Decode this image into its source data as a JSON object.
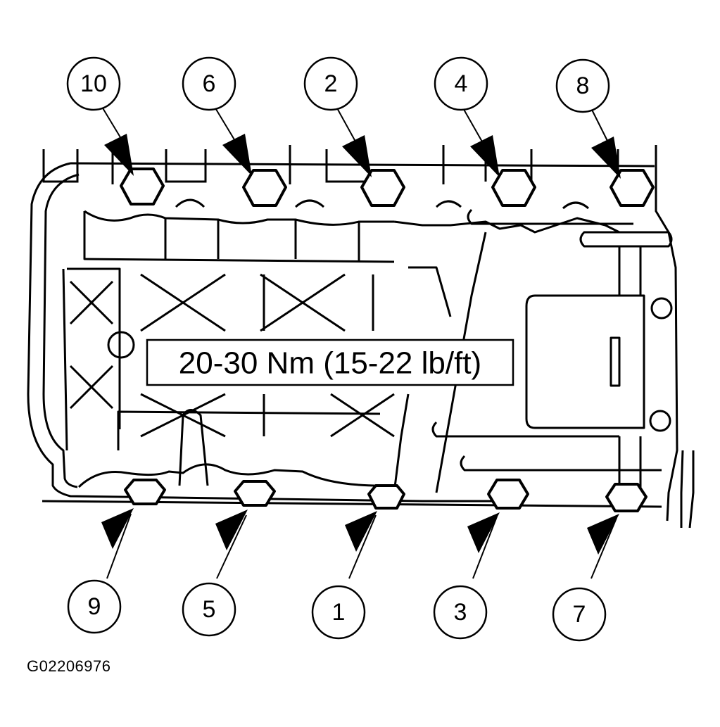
{
  "torque_spec": "20-30 Nm (15-22 lb/ft)",
  "figure_id": "G02206976",
  "bolt_callouts": {
    "top": [
      "10",
      "6",
      "2",
      "4",
      "8"
    ],
    "bottom": [
      "9",
      "5",
      "1",
      "3",
      "7"
    ]
  }
}
